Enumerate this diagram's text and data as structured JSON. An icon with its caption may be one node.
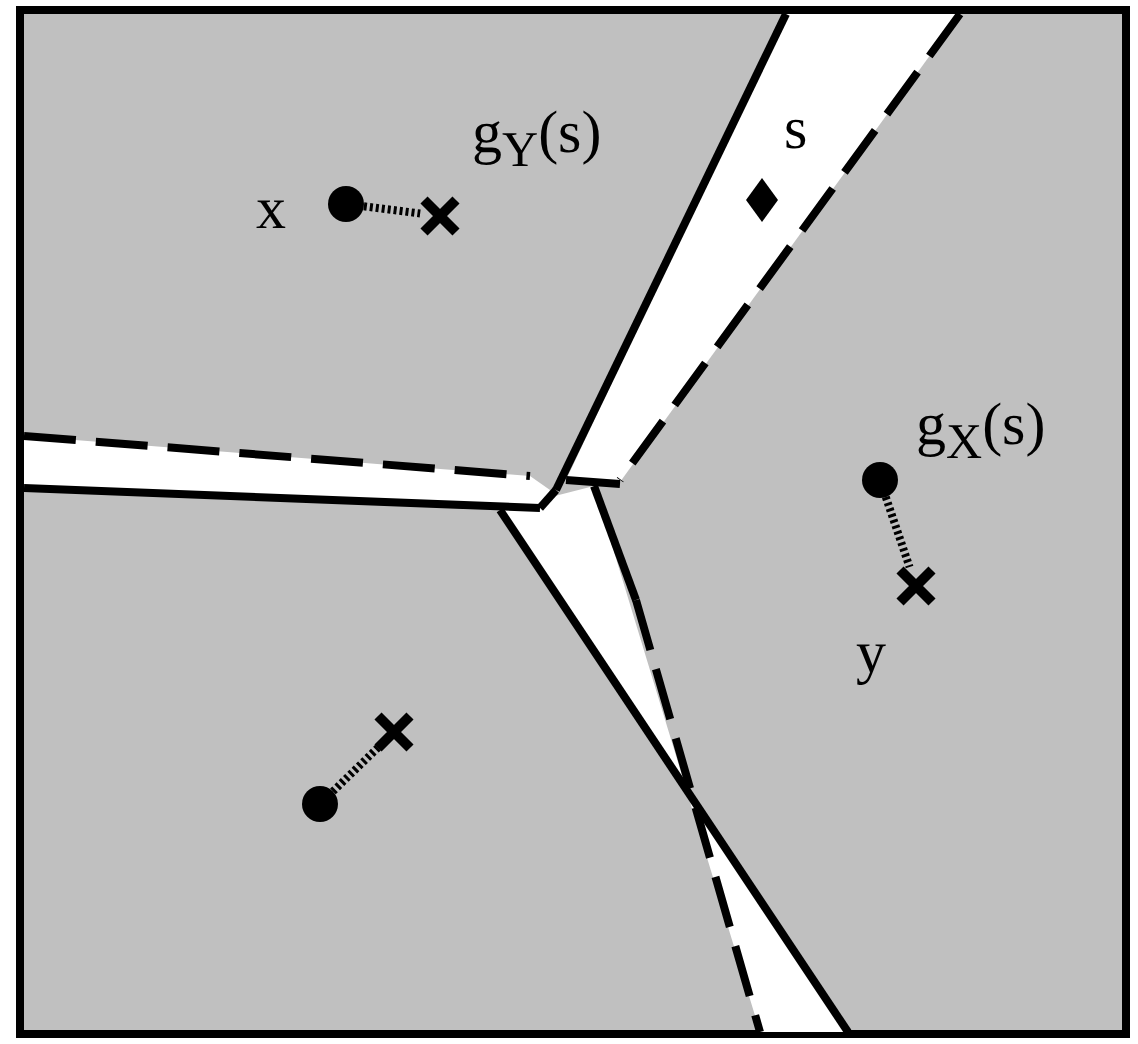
{
  "diagram": {
    "nodes": [
      {
        "text": [],
        "shape": "circle",
        "beside": [
          "x"
        ]
      },
      {
        "text": [],
        "shape": "cross",
        "beside": [
          "g$_{Y}$(s)"
        ]
      },
      {
        "text": [],
        "shape": "circle",
        "beside": [
          "g$_{X}$(s)"
        ]
      },
      {
        "text": [],
        "shape": "cross",
        "beside": [
          "y"
        ]
      },
      {
        "text": [],
        "shape": "circle"
      },
      {
        "text": [],
        "shape": "cross"
      }
    ],
    "edges": [
      {
        "from": 0,
        "to": 1,
        "arrow": "none",
        "style": "dashed"
      },
      {
        "from": 2,
        "to": 3,
        "arrow": "none",
        "style": "dashed"
      },
      {
        "from": 4,
        "to": 5,
        "arrow": "none",
        "style": "dashed"
      }
    ],
    "labels": [
      "s"
    ]
  }
}
